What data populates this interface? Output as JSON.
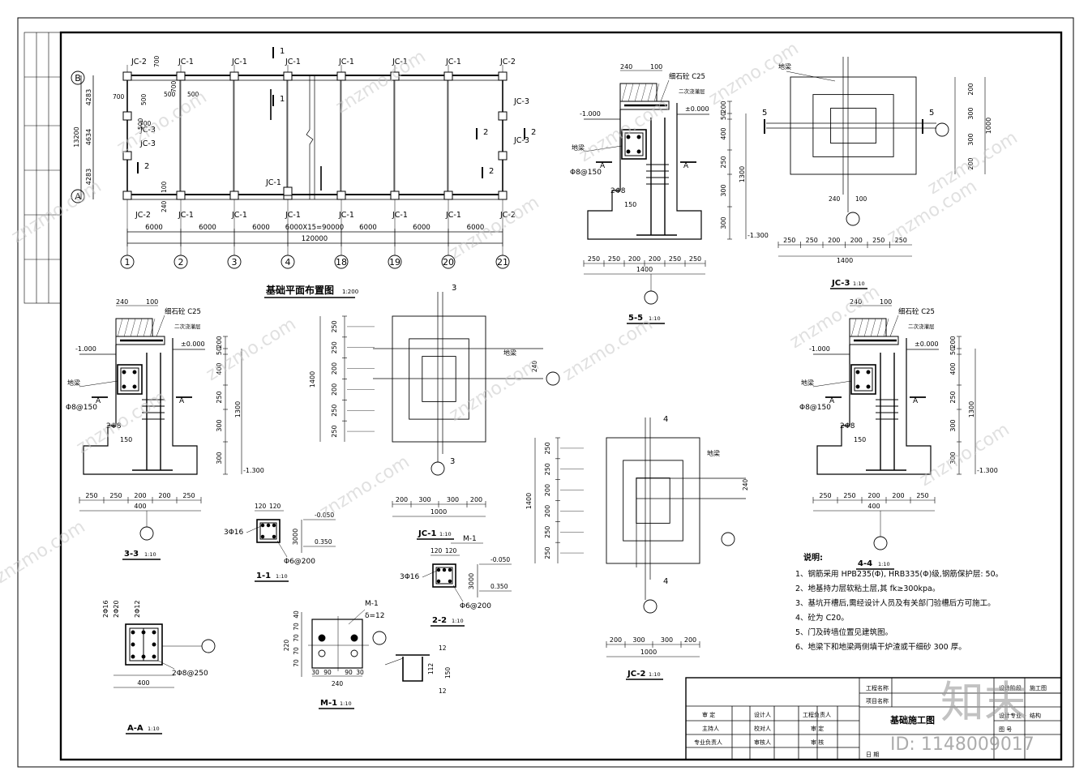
{
  "plan": {
    "title": "基础平面布置图",
    "scale": "1:200",
    "axis_rows": [
      "B",
      "A"
    ],
    "axis_cols": [
      "1",
      "2",
      "3",
      "4",
      "18",
      "19",
      "20",
      "21"
    ],
    "top_labels": [
      "JC-2",
      "JC-1",
      "JC-1",
      "JC-1",
      "JC-1",
      "JC-1",
      "JC-1",
      "JC-2"
    ],
    "bottom_labels": [
      "JC-2",
      "JC-1",
      "JC-1",
      "JC-1",
      "JC-1",
      "JC-1",
      "JC-1",
      "JC-2"
    ],
    "left_labels": [
      "JC-3",
      "JC-3"
    ],
    "right_labels": [
      "JC-3",
      "JC-3"
    ],
    "spans": [
      "6000",
      "6000",
      "6000",
      "6000X15=90000",
      "6000",
      "6000",
      "6000"
    ],
    "total": "120000",
    "side_dims": [
      "4283",
      "4634",
      "4283"
    ],
    "side_total": "13200",
    "detail_dims": [
      "700",
      "500",
      "500",
      "700",
      "500",
      "500",
      "700",
      "700"
    ],
    "mid_dims": [
      "240",
      "100"
    ],
    "section_marks": [
      "1",
      "1",
      "2",
      "2",
      "2",
      "2"
    ]
  },
  "sec55": {
    "title": "5-5",
    "scale": "1:10",
    "top": [
      "240",
      "100"
    ],
    "concrete": "细石砼 C25",
    "layer": "二次浇灌层",
    "level_left": "-1.000",
    "level_right": "±0.000",
    "beam": "地梁",
    "rebar1": "Φ8@150",
    "rebar2": "2Φ8",
    "dim150": "150",
    "sec_a": "A",
    "vdims": [
      "200",
      "50",
      "400",
      "250",
      "300",
      "300"
    ],
    "vtotal": "1300",
    "level_bottom": "-1.300",
    "hdims": [
      "250",
      "250",
      "200",
      "200",
      "250",
      "250"
    ],
    "htotal": "1400"
  },
  "sec33": {
    "title": "3-3",
    "scale": "1:10",
    "top": [
      "240",
      "100"
    ],
    "concrete": "细石砼 C25",
    "layer": "二次浇灌层",
    "level_left": "-1.000",
    "level_right": "±0.000",
    "beam": "地梁",
    "rebar1": "Φ8@150",
    "rebar2": "2Φ8",
    "dim150": "150",
    "sec_a": "A",
    "vdims": [
      "200",
      "50",
      "400",
      "250",
      "300",
      "300"
    ],
    "vtotal": "1300",
    "level_bottom": "-1.300",
    "hdims": [
      "250",
      "250",
      "200",
      "200",
      "250"
    ],
    "htotal": "400"
  },
  "sec44": {
    "title": "4-4",
    "scale": "1:10",
    "top": [
      "240",
      "100"
    ],
    "concrete": "细石砼 C25",
    "layer": "二次浇灌层",
    "level_left": "-1.000",
    "level_right": "±0.000",
    "beam": "地梁",
    "rebar1": "Φ8@150",
    "rebar2": "2Φ8",
    "dim150": "150",
    "sec_a": "A",
    "vdims": [
      "200",
      "50",
      "400",
      "250",
      "300",
      "300"
    ],
    "vtotal": "1300",
    "level_bottom": "-1.300",
    "hdims": [
      "250",
      "250",
      "200",
      "200",
      "250"
    ],
    "htotal": "400"
  },
  "jc3": {
    "title": "JC-3",
    "scale": "1:10",
    "beam": "地梁",
    "cut": "5",
    "vdims": [
      "200",
      "300",
      "300",
      "200"
    ],
    "vtotal": "1000",
    "hdims": [
      "250",
      "250",
      "200",
      "200",
      "250",
      "250"
    ],
    "htotal": "1400",
    "small": [
      "240",
      "100"
    ]
  },
  "jc1": {
    "title": "JC-1",
    "scale": "1:10",
    "beam": "地梁",
    "cut": "3",
    "vdims": [
      "250",
      "250",
      "200",
      "200",
      "250",
      "250"
    ],
    "vtotal": "1400",
    "hdims": [
      "200",
      "300",
      "300",
      "200"
    ],
    "htotal": "1000",
    "small": "240"
  },
  "jc2": {
    "title": "JC-2",
    "scale": "1:10",
    "beam": "地梁",
    "cut": "4",
    "vdims": [
      "250",
      "250",
      "200",
      "200",
      "250",
      "250"
    ],
    "vtotal": "1400",
    "hdims": [
      "200",
      "300",
      "300",
      "200"
    ],
    "htotal": "1000",
    "small": "240"
  },
  "sec11": {
    "title": "1-1",
    "scale": "1:10",
    "top": [
      "120",
      "120"
    ],
    "rebar": "3Φ16",
    "stirrup": "Φ6@200",
    "lv1": "-0.050",
    "lv2": "0.350",
    "h": "3000"
  },
  "sec22": {
    "title": "2-2",
    "scale": "1:10",
    "top": [
      "120",
      "120"
    ],
    "plate": "M-1",
    "rebar": "3Φ16",
    "stirrup": "Φ6@200",
    "lv1": "-0.050",
    "lv2": "0.350",
    "h": "3000"
  },
  "secAA": {
    "title": "A-A",
    "scale": "1:10",
    "r1": "2Φ16",
    "r2": "2Φ20",
    "r3": "2Φ12",
    "r4": "2Φ8@250",
    "w": "400"
  },
  "m1": {
    "title": "M-1",
    "scale": "1:10",
    "label": "M-1",
    "thick": "δ=12",
    "vdims": [
      "40",
      "70",
      "70",
      "70",
      "70"
    ],
    "vtotal": "220",
    "hdims": [
      "30",
      "90",
      "90",
      "30"
    ],
    "htotal": "240",
    "anchor": [
      "12",
      "112",
      "150",
      "12"
    ]
  },
  "notes": {
    "heading": "说明:",
    "items": [
      "1、钢筋采用   HPB235(Φ),   HRB335(Φ)级,钢筋保护层:       50。",
      "2、地基持力层软粘土层,其 fk≥300kpa。",
      "3、基坑开槽后,需经设计人员及有关部门验槽后方可施工。",
      "4、砼为 C20。",
      "5、门及砖墙位置见建筑图。",
      "6、地梁下和地梁两侧填干炉渣或干细砂          300 厚。"
    ]
  },
  "titleblock": {
    "drawing_name": "基础施工图",
    "project": "工程名称",
    "sub": "项目名称",
    "l1": [
      "审 定",
      "设计人",
      "工程负责人"
    ],
    "l2": [
      "主持人",
      "校对人",
      "审 定"
    ],
    "l3": [
      "专业负责人",
      "审核人",
      "审 核"
    ],
    "right": [
      "设计阶段",
      "施工图",
      "设计专业",
      "结构",
      "图 号",
      "日 期"
    ]
  },
  "watermark": {
    "logo": "知末",
    "id": "ID: 1148009017",
    "repeat": "znzmo.com"
  }
}
